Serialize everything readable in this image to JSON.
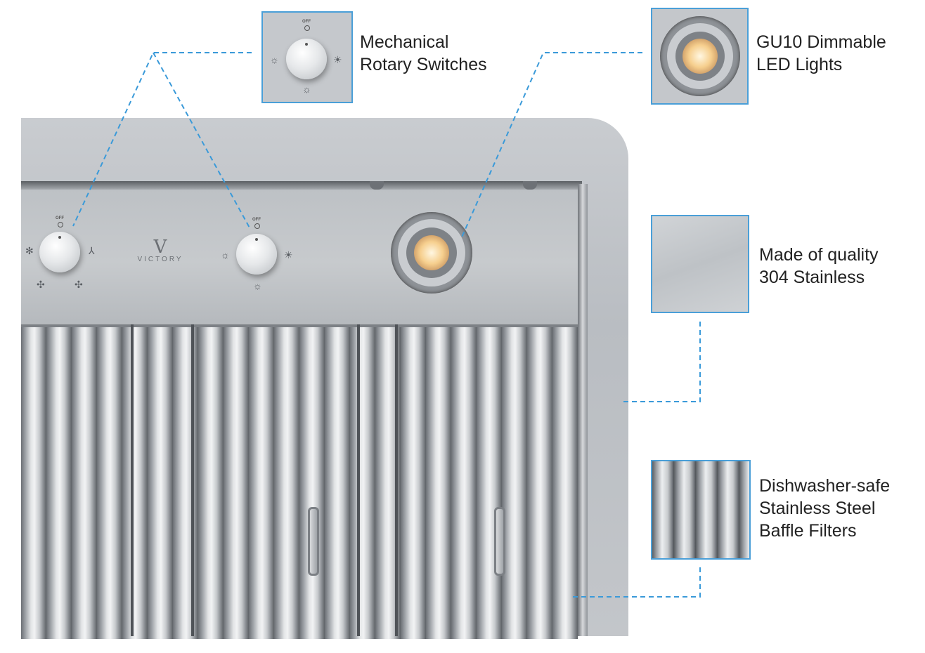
{
  "brand": {
    "logo_text": "VICTORY"
  },
  "colors": {
    "accent": "#4a9fd8",
    "steel": "#c3c6ca"
  },
  "knobs": [
    {
      "name": "fan-speed-knob",
      "off_label": "OFF",
      "icons": [
        "fan-icon",
        "fan-icon",
        "fan-icon",
        "fan-icon"
      ]
    },
    {
      "name": "light-knob",
      "off_label": "OFF",
      "icons": [
        "bulb-icon",
        "bulb-icon",
        "bulb-icon"
      ]
    }
  ],
  "callouts": [
    {
      "id": "switches",
      "line1": "Mechanical",
      "line2": "Rotary Switches"
    },
    {
      "id": "lights",
      "line1": "GU10 Dimmable",
      "line2": "LED Lights"
    },
    {
      "id": "stainless",
      "line1": "Made of quality",
      "line2": "304 Stainless"
    },
    {
      "id": "filters",
      "line1": "Dishwasher-safe",
      "line2": "Stainless Steel",
      "line3": "Baffle Filters"
    }
  ]
}
